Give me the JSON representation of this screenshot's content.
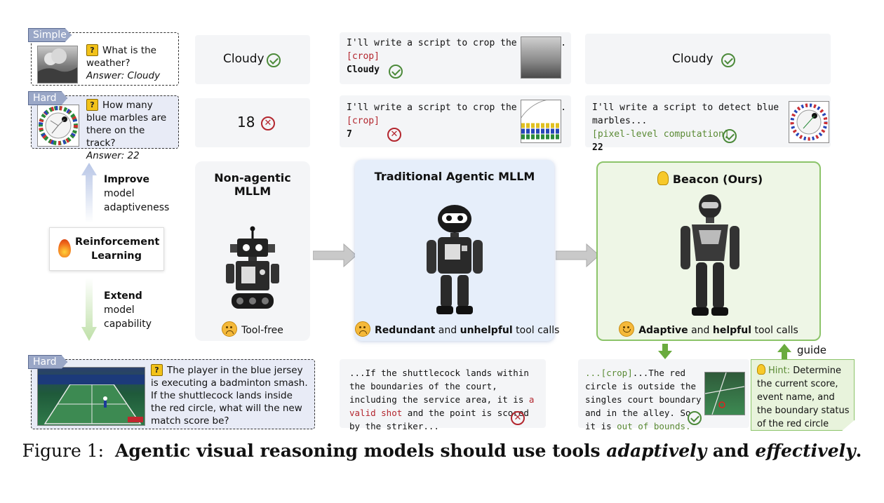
{
  "questions": {
    "simple": {
      "tag": "Simple",
      "question": "What is the weather?",
      "answer": "Answer: Cloudy"
    },
    "hard1": {
      "tag": "Hard",
      "question": "How many blue marbles are there on the track?",
      "answer": "Answer: 22"
    },
    "hard2": {
      "tag": "Hard",
      "question": "The player in the blue jersey is executing a badminton smash. If the shuttlecock lands inside the red circle, what will the new match score be?"
    }
  },
  "left_labels": {
    "improve": [
      "Improve",
      "model",
      "adaptiveness"
    ],
    "rl": [
      "Reinforcement",
      "Learning"
    ],
    "extend": [
      "Extend",
      "model",
      "capability"
    ]
  },
  "nonagentic": {
    "answer_simple": "Cloudy",
    "answer_hard": "18",
    "title": "Non-agentic MLLM",
    "footer": "Tool-free"
  },
  "traditional": {
    "simple": {
      "line1": "I'll write a script to crop the image...",
      "tool": "[crop]",
      "answer": "Cloudy"
    },
    "hard": {
      "line1": "I'll write a script to crop the image...",
      "tool": "[crop]",
      "answer": "7"
    },
    "title": "Traditional Agentic MLLM",
    "footer": {
      "w1": "Redundant",
      "w2": " and ",
      "w3": "unhelpful",
      "w4": " tool calls"
    },
    "badminton": {
      "t1": "...If the shuttlecock lands within the boundaries of the court, including the service area, it is ",
      "t2": "a valid shot",
      "t3": " and the point is scored by the striker..."
    }
  },
  "beacon": {
    "answer_simple": "Cloudy",
    "hard": {
      "line1": "I'll write a script to detect blue marbles...",
      "tool": "[pixel-level computation]",
      "answer": "22"
    },
    "title": "Beacon (Ours)",
    "footer": {
      "w1": "Adaptive",
      "w2": " and ",
      "w3": "helpful",
      "w4": " tool calls"
    },
    "badminton": {
      "t1": "...[crop]",
      "t2": "...The red circle is outside the singles court boundary and in the alley. So it is ",
      "t3": "out of bounds."
    },
    "guide": "guide",
    "hint": {
      "label": "Hint:",
      "text": " Determine the current score, event name, and the boundary status of the red circle"
    }
  },
  "caption": {
    "prefix": "Figure 1:",
    "b1": "Agentic visual reasoning models should use tools ",
    "i1": "adaptively",
    "b2": " and ",
    "i2": "effectively",
    "b3": "."
  },
  "colors": {
    "check": "#4c8a3a",
    "cross": "#b3262e",
    "beacon_border": "#8cc46a",
    "tag": "#9aa7c7"
  }
}
